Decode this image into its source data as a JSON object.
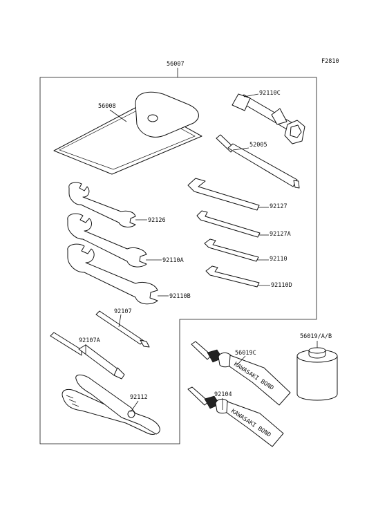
{
  "figure_code": "F2810",
  "assembly_number": "56007",
  "parts": {
    "pouch": "56008",
    "plug_wrench": "92110C",
    "screwdriver_handle": "52005",
    "hex_key_1": "92127",
    "hex_key_2": "92127A",
    "hex_key_3": "92110",
    "hex_key_4": "92110D",
    "wrench_1": "92126",
    "wrench_2": "92110A",
    "wrench_3": "92110B",
    "screwdriver_bit": "92107",
    "screwdriver": "92107A",
    "pliers": "92112",
    "bond_tube_1": "56019C",
    "bond_tube_2": "92104",
    "can": "56019/A/B"
  },
  "tube_label": "KAWASAKI BOND"
}
